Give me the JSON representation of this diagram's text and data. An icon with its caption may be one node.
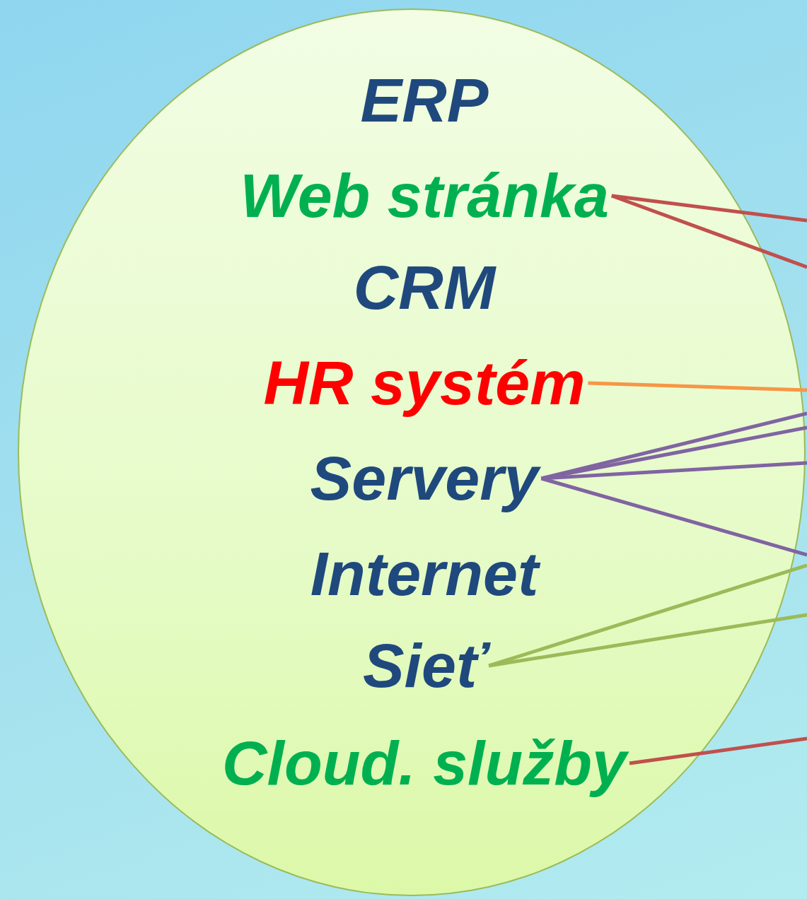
{
  "diagram": {
    "nodes": [
      {
        "text": [],
        "shape": "ellipse"
      },
      {
        "text": [
          "ERP"
        ],
        "in": 0
      },
      {
        "text": [
          "Web stránka"
        ],
        "in": 0
      },
      {
        "text": [
          "CRM"
        ],
        "in": 0
      },
      {
        "text": [
          "HR systém"
        ],
        "in": 0
      },
      {
        "text": [
          "Servery"
        ],
        "in": 0
      },
      {
        "text": [
          "Internet"
        ],
        "in": 0
      },
      {
        "text": [
          "Sieť"
        ],
        "in": 0
      },
      {
        "text": [
          "Cloud. služby"
        ],
        "in": 0
      }
    ],
    "edges": [
      {
        "from": 2,
        "to": null,
        "arrow": "none",
        "color": "#c0504d"
      },
      {
        "from": 2,
        "to": null,
        "arrow": "none",
        "color": "#c0504d"
      },
      {
        "from": 4,
        "to": null,
        "arrow": "none",
        "color": "#f79646"
      },
      {
        "from": 5,
        "to": null,
        "arrow": "none"
      },
      {
        "from": 5,
        "to": null,
        "arrow": "none"
      },
      {
        "from": 5,
        "to": null,
        "arrow": "none"
      },
      {
        "from": 5,
        "to": null,
        "arrow": "none"
      },
      {
        "from": 7,
        "to": null,
        "arrow": "none",
        "color": "#9bbb59"
      },
      {
        "from": 7,
        "to": null,
        "arrow": "none",
        "color": "#9bbb59"
      },
      {
        "from": 8,
        "to": null,
        "arrow": "none",
        "color": "#c0504d"
      }
    ]
  }
}
